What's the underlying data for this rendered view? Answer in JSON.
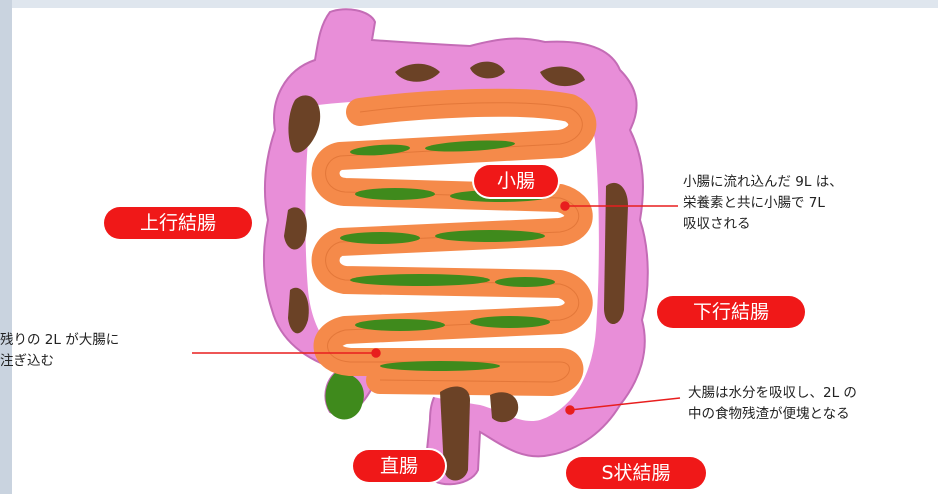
{
  "labels": {
    "small_intestine": "小腸",
    "ascending_colon": "上行結腸",
    "descending_colon": "下行結腸",
    "rectum": "直腸",
    "sigmoid_colon": "S状結腸"
  },
  "notes": {
    "small_intestine": [
      "小腸に流れ込んだ 9L は、",
      "栄養素と共に小腸で 7L",
      "吸収される"
    ],
    "large_intestine_entry": [
      "残りの 2L が大腸に",
      "注ぎ込む"
    ],
    "water_absorption": [
      "大腸は水分を吸収し、2L の",
      "中の食物残渣が便塊となる"
    ]
  },
  "colors": {
    "colon": "#e88ed8",
    "small_intestine": "#f58a4a",
    "chyme": "#3f8a1c",
    "stool": "#6b4226",
    "label": "#f01818",
    "pointer": "#e81e1e",
    "background": "#ffffff",
    "frame": "#dfe6ee"
  }
}
